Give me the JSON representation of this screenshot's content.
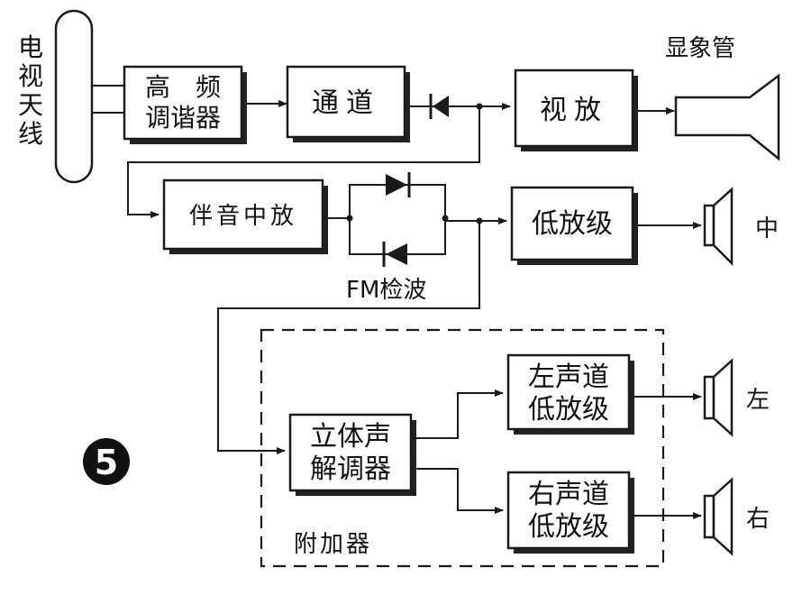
{
  "antenna": {
    "chars": [
      "电",
      "视",
      "天",
      "线"
    ]
  },
  "blocks": {
    "tuner": {
      "line1": "高　频",
      "line2": "调谐器"
    },
    "channel": {
      "label": "通道"
    },
    "video_amp": {
      "label": "视放"
    },
    "sound_if": {
      "label": "伴音中放"
    },
    "lf_amp_center": {
      "label": "低放级"
    },
    "stereo_decoder": {
      "line1": "立体声",
      "line2": "解调器"
    },
    "left_amp": {
      "line1": "左声道",
      "line2": "低放级"
    },
    "right_amp": {
      "line1": "右声道",
      "line2": "低放级"
    }
  },
  "labels": {
    "crt": "显象管",
    "fm_detector": "FM检波",
    "adapter": "附加器",
    "speaker_center": "中",
    "speaker_left": "左",
    "speaker_right": "右",
    "figure_number": "5"
  }
}
